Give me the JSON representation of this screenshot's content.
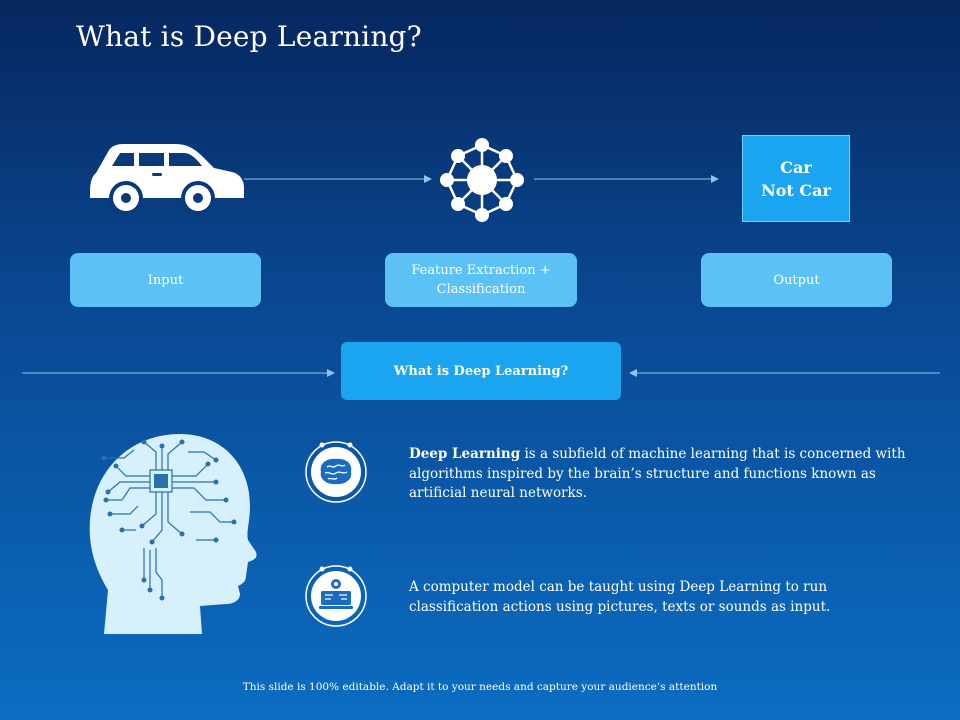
{
  "title": "What is Deep Learning?",
  "nodes": {
    "output_lines": [
      "Car",
      "Not Car"
    ],
    "labels": {
      "input": "Input",
      "feature": "Feature Extraction + Classification",
      "output": "Output"
    },
    "center": "What is Deep Learning?"
  },
  "descriptions": [
    {
      "bold": "Deep Learning",
      "text": " is a subfield of machine learning that is concerned with algorithms inspired by the brain’s structure and functions known as artificial neural networks."
    },
    {
      "bold": "",
      "text": "A computer model can be taught using Deep Learning to run classification actions using pictures, texts or sounds as input."
    }
  ],
  "icons": {
    "car": "car-icon",
    "network": "neural-network-icon",
    "head": "brain-head-icon",
    "brain_circle": "brain-circle-icon",
    "computer_circle": "computer-model-circle-icon"
  },
  "colors": {
    "box_light": "#5cc2f5",
    "box_bright": "#1ba4ef",
    "arrow": "#8fc4ee",
    "icon_white": "#ffffff",
    "head_fill": "#d6f1fb"
  },
  "footer": "This slide is 100% editable. Adapt it to your needs and capture your audience’s attention"
}
